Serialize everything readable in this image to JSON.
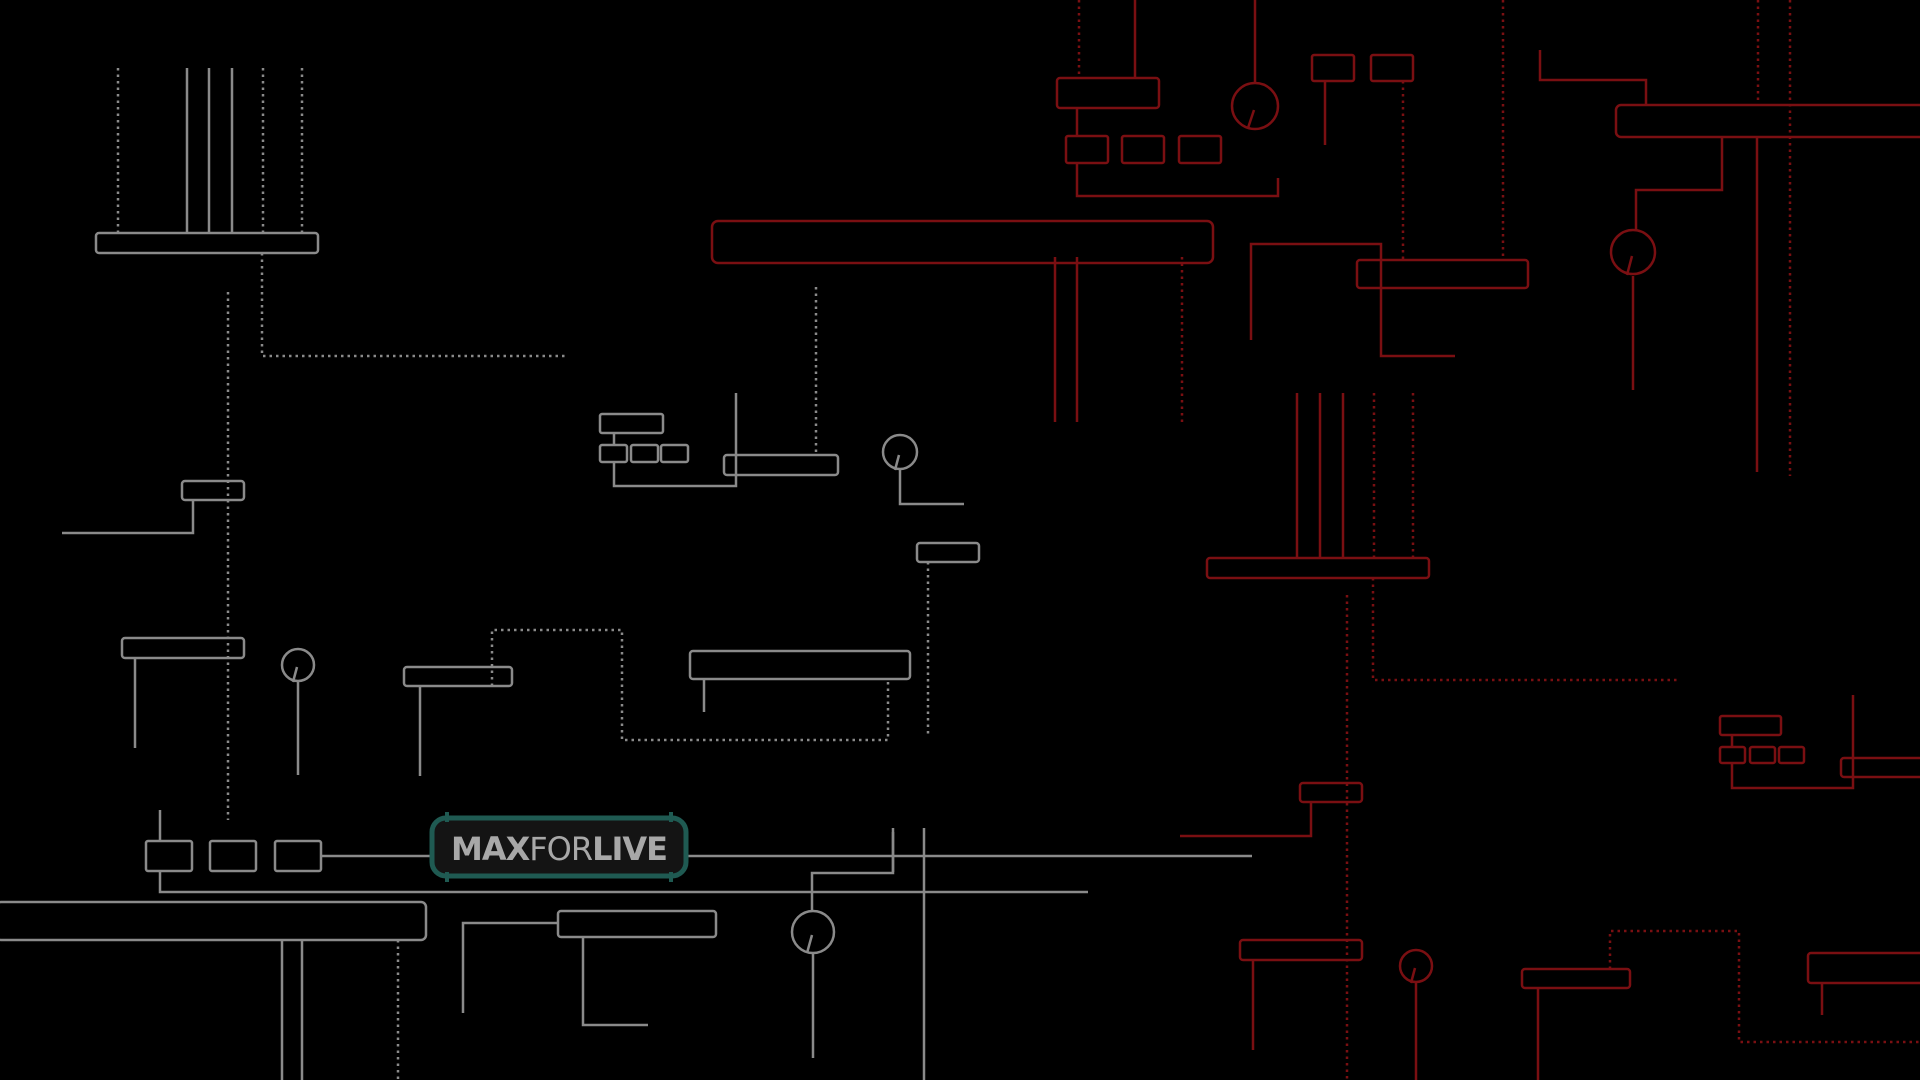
{
  "logo": {
    "part1": "MAX",
    "part2": "FOR",
    "part3": "LIVE"
  },
  "colors": {
    "background": "#000000",
    "grey_lines": "#8a8a8a",
    "red_lines": "#7a0f12",
    "logo_border": "#1f5a52",
    "logo_fill": "#141414",
    "logo_text": "#a8a8a8"
  }
}
